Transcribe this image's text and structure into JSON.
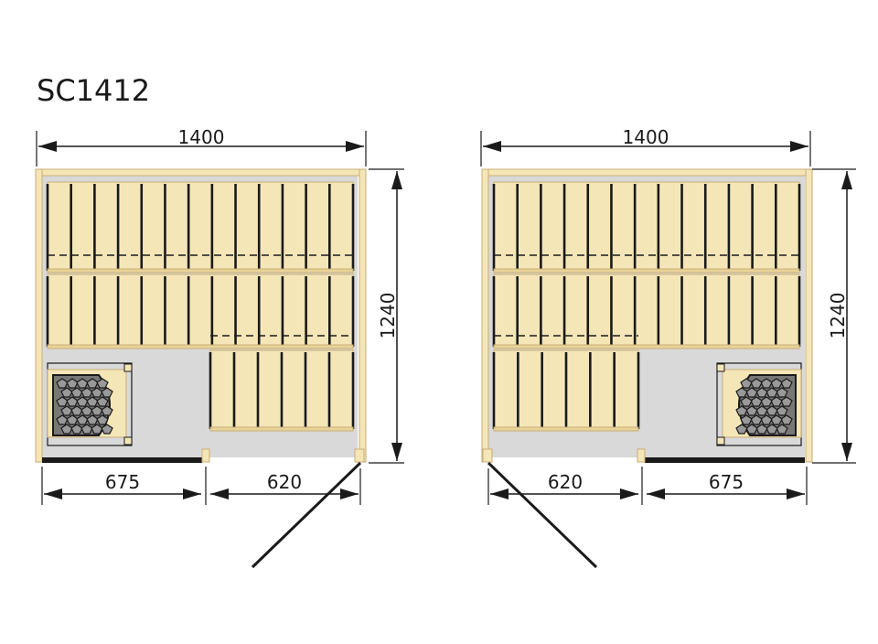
{
  "title": "SC1412",
  "colors": {
    "wood": "#f5e6b8",
    "wood_edge": "#c9ad74",
    "floor": "#d9d9d9",
    "ink": "#1a1a1a"
  },
  "plans": [
    {
      "id": "left",
      "width_label": "1400",
      "depth_label": "1240",
      "left_segment_label": "675",
      "right_segment_label": "620",
      "heater_side": "left",
      "door_hinge": "right"
    },
    {
      "id": "right",
      "width_label": "1400",
      "depth_label": "1240",
      "left_segment_label": "620",
      "right_segment_label": "675",
      "heater_side": "right",
      "door_hinge": "left"
    }
  ]
}
